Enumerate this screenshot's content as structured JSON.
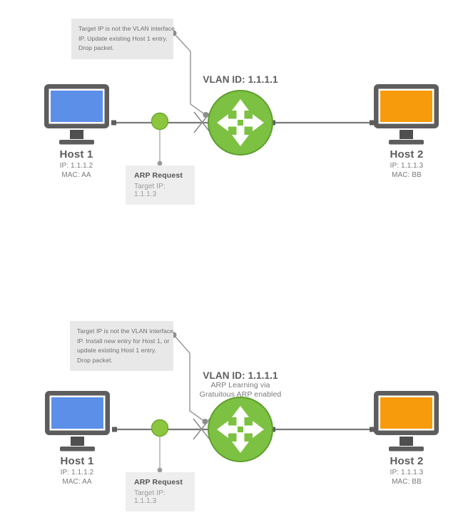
{
  "diagrams": [
    {
      "id": "diagram-top",
      "note": {
        "lines": [
          "Target IP is not the VLAN interface",
          "IP. Update existing Host 1 entry.",
          "Drop packet."
        ]
      },
      "vlan": {
        "title": "VLAN ID: 1.1.1.1",
        "sub_lines": []
      },
      "arp": {
        "title": "ARP Request",
        "target": "Target IP: 1.1.1.3"
      },
      "host_left": {
        "name": "Host 1",
        "ip": "IP: 1.1.1.2",
        "mac": "MAC: AA"
      },
      "host_right": {
        "name": "Host 2",
        "ip": "IP: 1.1.1.3",
        "mac": "MAC: BB"
      }
    },
    {
      "id": "diagram-bottom",
      "note": {
        "lines": [
          "Target IP is not the VLAN interface",
          "IP. Install new entry for Host 1, or",
          "update existing Host 1 entry.",
          "Drop packet."
        ]
      },
      "vlan": {
        "title": "VLAN ID: 1.1.1.1",
        "sub_lines": [
          "ARP Learning via",
          "Gratuitous ARP enabled"
        ]
      },
      "arp": {
        "title": "ARP Request",
        "target": "Target IP: 1.1.1.3"
      },
      "host_left": {
        "name": "Host 1",
        "ip": "IP: 1.1.1.2",
        "mac": "MAC: AA"
      },
      "host_right": {
        "name": "Host 2",
        "ip": "IP: 1.1.1.3",
        "mac": "MAC: BB"
      }
    }
  ],
  "icons": {
    "router": "router-four-arrows-icon",
    "monitor_left": "monitor-blue-icon",
    "monitor_right": "monitor-orange-icon",
    "switch_node": "network-node-icon",
    "blocked": "x-blocked-icon"
  },
  "colors": {
    "router_green": "#7cc142",
    "router_green_dark": "#5f9e2e",
    "node_green": "#8cc63f",
    "screen_blue": "#5b8fe8",
    "screen_orange": "#f79b0c",
    "bezel_gray": "#5d5d5d",
    "line_gray": "#7a7a7a",
    "note_bg": "#e8e8e8",
    "note_text": "#6d6d6d",
    "arp_bg": "#eeeeee",
    "label_dark": "#5d5d5d",
    "label_light": "#7a7a7a"
  }
}
